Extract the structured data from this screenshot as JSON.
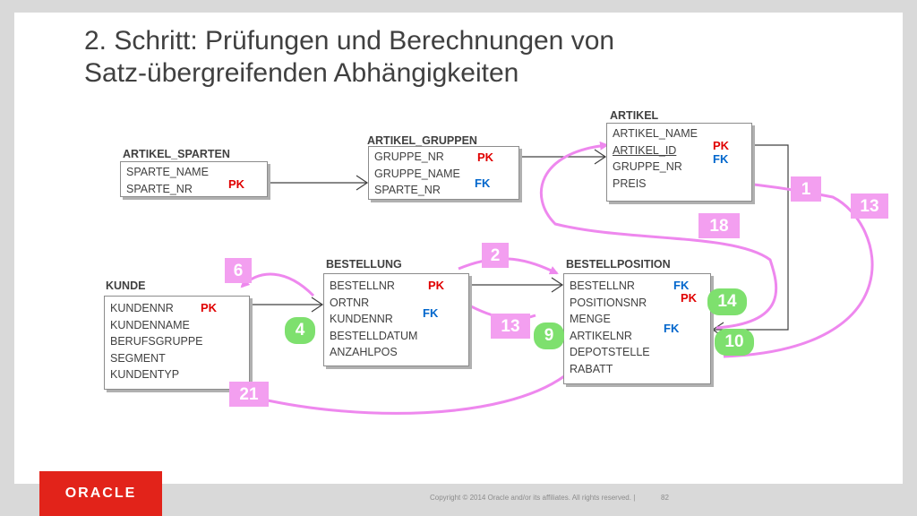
{
  "title_line1": "2. Schritt: Prüfungen und Berechnungen von",
  "title_line2": "Satz-übergreifenden Abhängigkeiten",
  "tables": {
    "artikel_sparten": {
      "name": "ARTIKEL_SPARTEN",
      "cols": [
        "SPARTE_NAME",
        "SPARTE_NR"
      ]
    },
    "artikel_gruppen": {
      "name": "ARTIKEL_GRUPPEN",
      "cols": [
        "GRUPPE_NR",
        "GRUPPE_NAME",
        "SPARTE_NR"
      ]
    },
    "artikel": {
      "name": "ARTIKEL",
      "cols": [
        "ARTIKEL_NAME",
        "ARTIKEL_ID",
        "GRUPPE_NR",
        "PREIS"
      ]
    },
    "kunde": {
      "name": "KUNDE",
      "cols": [
        "KUNDENNR",
        "KUNDENNAME",
        "BERUFSGRUPPE",
        "SEGMENT",
        "KUNDENTYP"
      ]
    },
    "bestellung": {
      "name": "BESTELLUNG",
      "cols": [
        "BESTELLNR",
        "ORTNR",
        "KUNDENNR",
        "BESTELLDATUM",
        "ANZAHLPOS"
      ]
    },
    "bestellposition": {
      "name": "BESTELLPOSITION",
      "cols": [
        "BESTELLNR",
        "POSITIONSNR",
        "MENGE",
        "ARTIKELNR",
        "DEPOTSTELLE",
        "RABATT"
      ]
    }
  },
  "keys": {
    "pk": "PK",
    "fk": "FK"
  },
  "badges": {
    "b1": "1",
    "b13a": "13",
    "b18": "18",
    "b2": "2",
    "b6": "6",
    "b13b": "13",
    "b21": "21",
    "g4": "4",
    "g9": "9",
    "g14": "14",
    "g10": "10"
  },
  "colors": {
    "pink": "#f39ff0",
    "green": "#7ee06e",
    "pk": "#e00000",
    "fk": "#0066cc",
    "arrow": "#ee88ee"
  },
  "footer": {
    "logo": "ORACLE",
    "copyright": "Copyright © 2014 Oracle and/or its affiliates. All rights reserved.",
    "separator": "|",
    "page": "82"
  }
}
